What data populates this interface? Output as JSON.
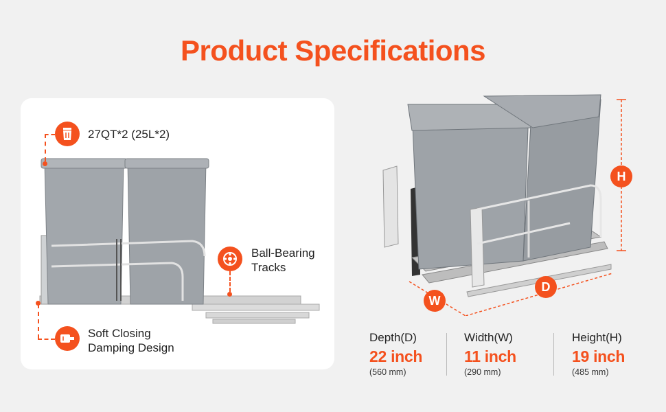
{
  "title": "Product Specifications",
  "callouts": {
    "capacity": "27QT*2 (25L*2)",
    "tracks_line1": "Ball-Bearing",
    "tracks_line2": "Tracks",
    "soft_line1": "Soft Closing",
    "soft_line2": "Damping Design"
  },
  "dimensions": {
    "h_badge": "H",
    "w_badge": "W",
    "d_badge": "D"
  },
  "specs": [
    {
      "label": "Depth(D)",
      "value": "22 inch",
      "sub": "(560 mm)"
    },
    {
      "label": "Width(W)",
      "value": "11 inch",
      "sub": "(290 mm)"
    },
    {
      "label": "Height(H)",
      "value": "19 inch",
      "sub": "(485 mm)"
    }
  ],
  "colors": {
    "accent": "#f4511e",
    "bin": "#9ea3a8",
    "bin_dark": "#7f858b",
    "rail": "#c8c8c8"
  }
}
